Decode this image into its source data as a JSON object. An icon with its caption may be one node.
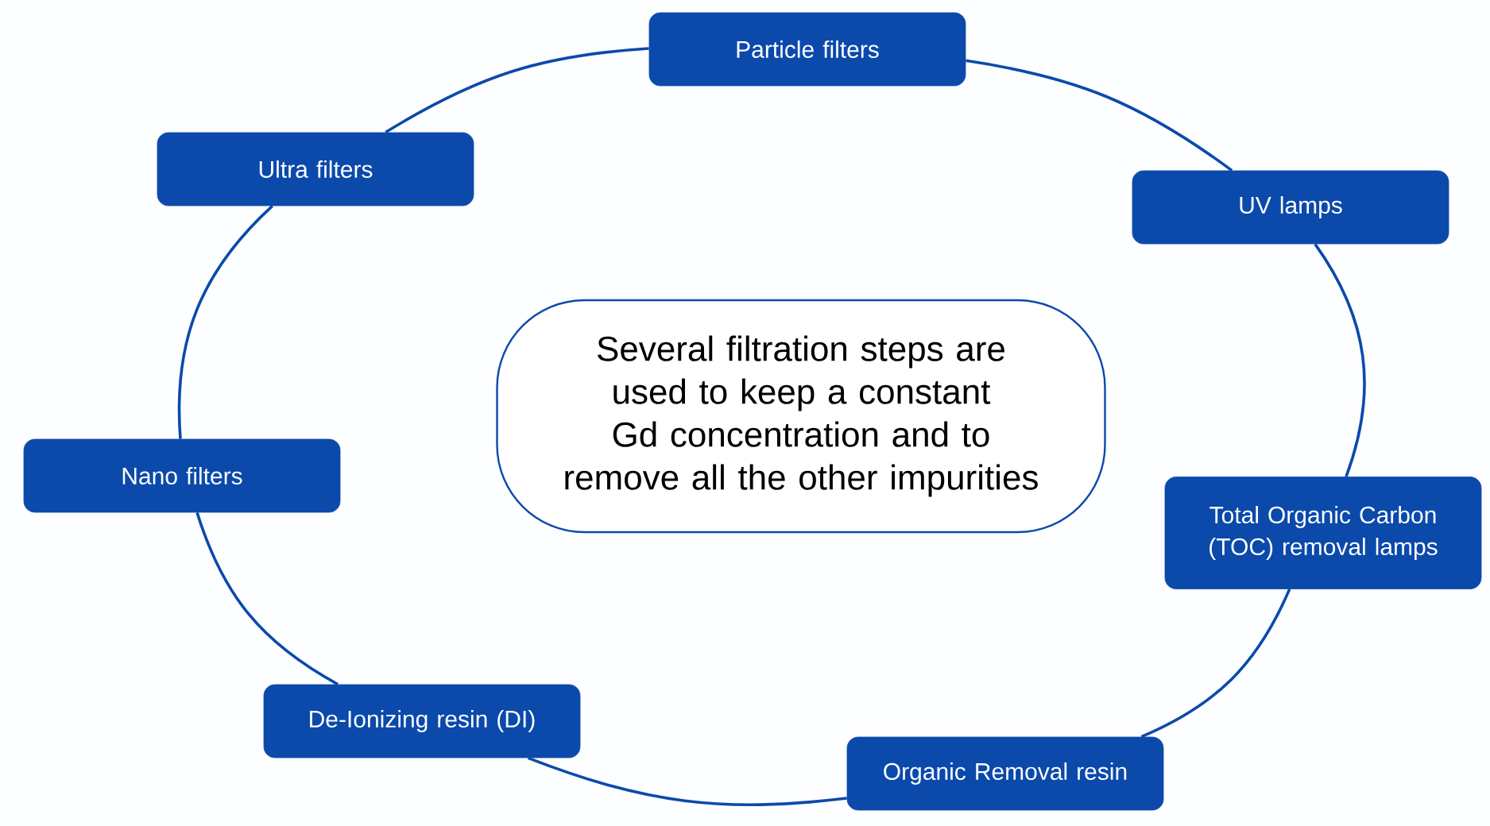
{
  "diagram": {
    "nodes": [
      {
        "text": [
          "Particle filters"
        ]
      },
      {
        "text": [
          "UV lamps"
        ]
      },
      {
        "text": [
          "Total Organic Carbon (TOC) removal lamps"
        ]
      },
      {
        "text": [
          "Organic Removal resin"
        ]
      },
      {
        "text": [
          "De-Ionizing resin (DI)"
        ]
      },
      {
        "text": [
          "Nano filters"
        ]
      },
      {
        "text": [
          "Ultra filters"
        ]
      },
      {
        "text": [
          "Several filtration steps are used to keep a constant Gd concentration and to remove all the other impurities"
        ]
      }
    ],
    "edges": [
      {
        "from": 0,
        "to": 1,
        "arrow": "none"
      },
      {
        "from": 1,
        "to": 2,
        "arrow": "none"
      },
      {
        "from": 2,
        "to": 3,
        "arrow": "none"
      },
      {
        "from": 3,
        "to": 4,
        "arrow": "none"
      },
      {
        "from": 4,
        "to": 5,
        "arrow": "none"
      },
      {
        "from": 5,
        "to": 6,
        "arrow": "none"
      },
      {
        "from": 6,
        "to": 0,
        "arrow": "none"
      }
    ]
  }
}
